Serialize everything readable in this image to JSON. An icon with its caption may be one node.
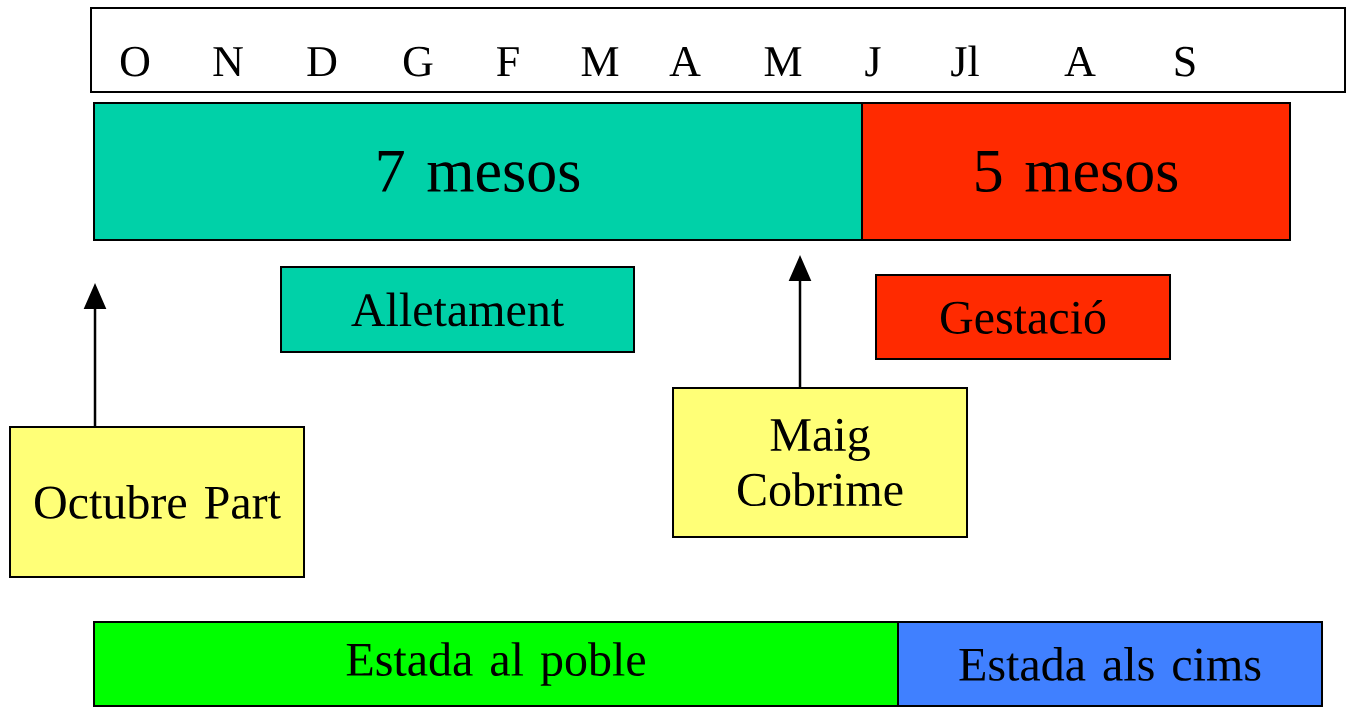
{
  "diagram": {
    "nodes": [
      {
        "text": [
          "O",
          "N",
          "D",
          "G",
          "F",
          "M",
          "A",
          "M",
          "J",
          "Jl",
          "A",
          "S"
        ]
      },
      {
        "text": [
          "7 mesos"
        ]
      },
      {
        "text": [
          "5 mesos"
        ]
      },
      {
        "text": [
          "Alletament"
        ]
      },
      {
        "text": [
          "Gestació"
        ]
      },
      {
        "text": [
          "Octubre Part"
        ]
      },
      {
        "text": [
          "Maig Cobrime"
        ]
      },
      {
        "text": [
          "Estada al poble"
        ]
      },
      {
        "text": [
          "Estada als cims"
        ]
      }
    ],
    "edges": [
      {
        "from": 5,
        "to": null,
        "arrow": "to"
      },
      {
        "from": 6,
        "to": null,
        "arrow": "to"
      }
    ]
  }
}
